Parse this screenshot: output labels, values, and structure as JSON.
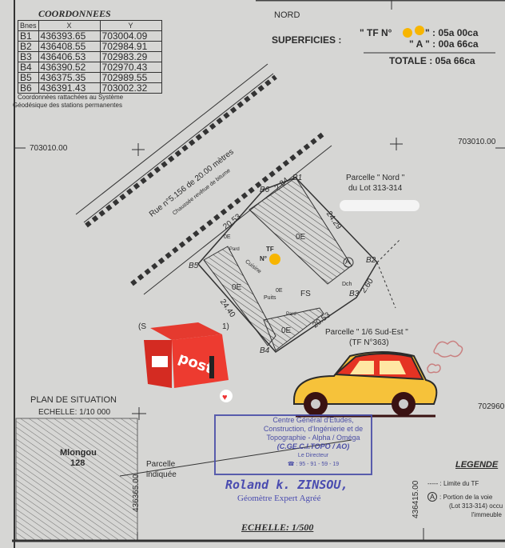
{
  "coordinates": {
    "title": "COORDONNEES",
    "headers": [
      "Bnes",
      "X",
      "Y"
    ],
    "rows": [
      [
        "B1",
        "436393.65",
        "703004.09"
      ],
      [
        "B2",
        "436408.55",
        "702984.91"
      ],
      [
        "B3",
        "436406.53",
        "702983.29"
      ],
      [
        "B4",
        "436390.52",
        "702970.43"
      ],
      [
        "B5",
        "436375.35",
        "702989.55"
      ],
      [
        "B6",
        "436391.43",
        "703002.32"
      ]
    ],
    "note_line1": "Coordonnées rattachées au Système",
    "note_line2": "Géodésique des stations permanentes"
  },
  "north_label": "NORD",
  "surfaces": {
    "label": "SUPERFICIES :",
    "tf_label": "\" TF N°",
    "tf_value": "\" : 05a 00ca",
    "a_label": "\" A \" : 00a 66ca",
    "total": "TOTALE : 05a 66ca"
  },
  "grid": {
    "y_left": "703010.00",
    "y_right": "703010.00",
    "y_right_bottom": "702960",
    "x_bottom_left": "436365.00",
    "x_bottom_right": "436415.00"
  },
  "plan": {
    "road_line1": "Rue n°5.156 de 20.00 mètres",
    "road_line2": "Chaussée revêtue de bitume",
    "parcel_north_line1": "Parcelle \" Nord \"",
    "parcel_north_line2": "du Lot 313-314",
    "parcel_se_line1": "Parcelle \" 1/6 Sud-Est \"",
    "parcel_se_line2": "(TF N°363)",
    "tf_label": "TF",
    "tf_no": "N°",
    "bornes": [
      "B1",
      "B2",
      "B3",
      "B4",
      "B5",
      "B6"
    ],
    "dims": [
      "2.84",
      "20.53",
      "24.29",
      "2.60",
      "20.53",
      "24.40"
    ],
    "zones": [
      "0E",
      "0E",
      "0E",
      "0E",
      "0E",
      "0E",
      "FS"
    ],
    "rooms": [
      "Cuisine",
      "Puits",
      "Dch",
      "Pard",
      "Pard"
    ],
    "marker_a": "A",
    "partial_left": "(S",
    "partial_left2": "1)"
  },
  "situation": {
    "title": "PLAN DE SITUATION",
    "scale": "ECHELLE: 1/10 000",
    "place": "Mlongou",
    "lot": "128",
    "parcel_line1": "Parcelle",
    "parcel_line2": "indiquée"
  },
  "stamp": {
    "line1": "Centre Général d'Etudes,",
    "line2": "Construction, d'Ingénierie et de",
    "line3": "Topographie - Alpha / Oméga",
    "line4": "(C.GE.C.I.TOPO / AO)",
    "line5": "Le Directeur",
    "phone": "☎ : 95 - 91 - 59 - 19"
  },
  "signature": {
    "name": "Roland k. ZINSOU,",
    "title": "Géomètre Expert Agréé"
  },
  "scale": "ECHELLE: 1/500",
  "legend": {
    "title": "LEGENDE",
    "item1": "-----  : Limite du TF",
    "item2_marker": "A",
    "item2_line1": ": Portion de la voie",
    "item2_line2": "(Lot 313-314) occu",
    "item2_line3": "l'immeuble"
  },
  "stickers": {
    "mailbox_text": "post",
    "icons": [
      "mailbox-sticker",
      "car-sticker",
      "cloud-sticker",
      "heart-icon"
    ]
  },
  "colors": {
    "paper": "#d6d6d4",
    "ink": "#2b2b2b",
    "stamp": "#3b3fa0",
    "redaction": "#f7b500"
  }
}
